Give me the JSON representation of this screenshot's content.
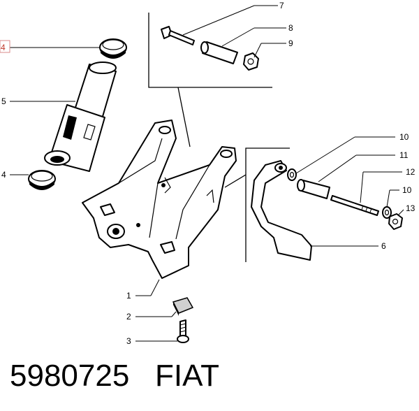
{
  "caption": {
    "part_number": "5980725",
    "brand": "FIAT"
  },
  "callouts": [
    {
      "id": "c4a",
      "label": "4"
    },
    {
      "id": "c5",
      "label": "5"
    },
    {
      "id": "c4b",
      "label": "4"
    },
    {
      "id": "c7",
      "label": "7"
    },
    {
      "id": "c8",
      "label": "8"
    },
    {
      "id": "c9",
      "label": "9"
    },
    {
      "id": "c10a",
      "label": "10"
    },
    {
      "id": "c11",
      "label": "11"
    },
    {
      "id": "c12",
      "label": "12"
    },
    {
      "id": "c10b",
      "label": "10"
    },
    {
      "id": "c13",
      "label": "13"
    },
    {
      "id": "c6",
      "label": "6"
    },
    {
      "id": "c1",
      "label": "1"
    },
    {
      "id": "c2",
      "label": "2"
    },
    {
      "id": "c3",
      "label": "3"
    }
  ],
  "colors": {
    "highlight": "#c0392b"
  }
}
